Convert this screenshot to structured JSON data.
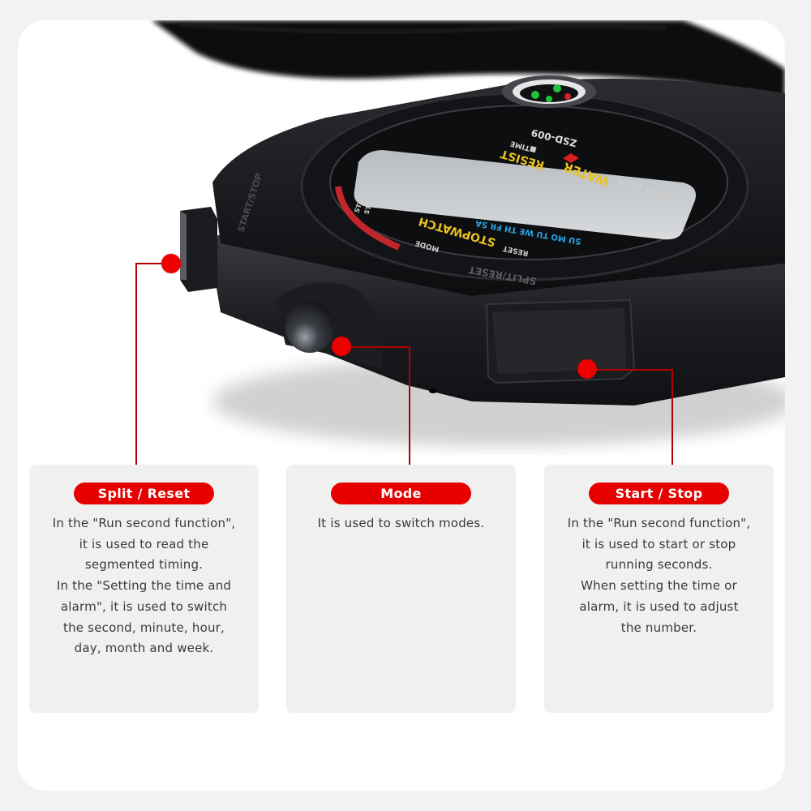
{
  "colors": {
    "background": "#f2f2f2",
    "card": "#ffffff",
    "accent_red": "#e60000",
    "callout_line": "#b30000",
    "info_box": "#f0f0f0",
    "text": "#3a3a3a"
  },
  "product": {
    "model": "ZSD-009",
    "face_labels": {
      "brand_line": "WATER RESIST",
      "top_modes": [
        "STOP W",
        "DATE",
        "TIME"
      ],
      "title": "STOPWATCH",
      "days": [
        "SU",
        "MO",
        "TU",
        "WE",
        "TH",
        "FR",
        "SA"
      ],
      "start_stop": "START STOP",
      "reset": "RESET",
      "mode": "MODE",
      "bezel_text": "SPLIT/RESET",
      "side_text": "START/STOP"
    }
  },
  "callouts": [
    {
      "id": "split-reset",
      "label": "Split / Reset",
      "description": "In the \"Run second function\",\nit is used to read the\nsegmented timing.\nIn the \"Setting the time and\nalarm\", it is used to switch\nthe second, minute, hour,\nday, month and week."
    },
    {
      "id": "mode",
      "label": "Mode",
      "description": "It is used to switch modes."
    },
    {
      "id": "start-stop",
      "label": "Start / Stop",
      "description": "In the \"Run second function\",\nit is used to start or stop\nrunning seconds.\nWhen setting the time or\nalarm, it is used to adjust\nthe number."
    }
  ]
}
